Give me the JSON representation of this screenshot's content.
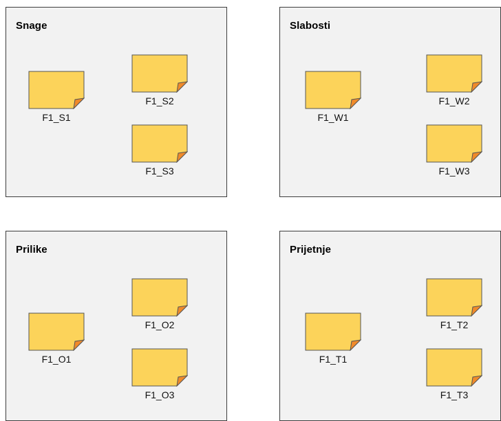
{
  "quadrants": [
    {
      "title": "Snage",
      "items": [
        "F1_S1",
        "F1_S2",
        "F1_S3"
      ]
    },
    {
      "title": "Slabosti",
      "items": [
        "F1_W1",
        "F1_W2",
        "F1_W3"
      ]
    },
    {
      "title": "Prilike",
      "items": [
        "F1_O1",
        "F1_O2",
        "F1_O3"
      ]
    },
    {
      "title": "Prijetnje",
      "items": [
        "F1_T1",
        "F1_T2",
        "F1_T3"
      ]
    }
  ],
  "colors": {
    "panel_fill": "#f2f2f2",
    "panel_border": "#3c3c3c",
    "note_fill": "#fcd35a",
    "note_border": "#555555",
    "note_fold": "#f08a2a"
  }
}
